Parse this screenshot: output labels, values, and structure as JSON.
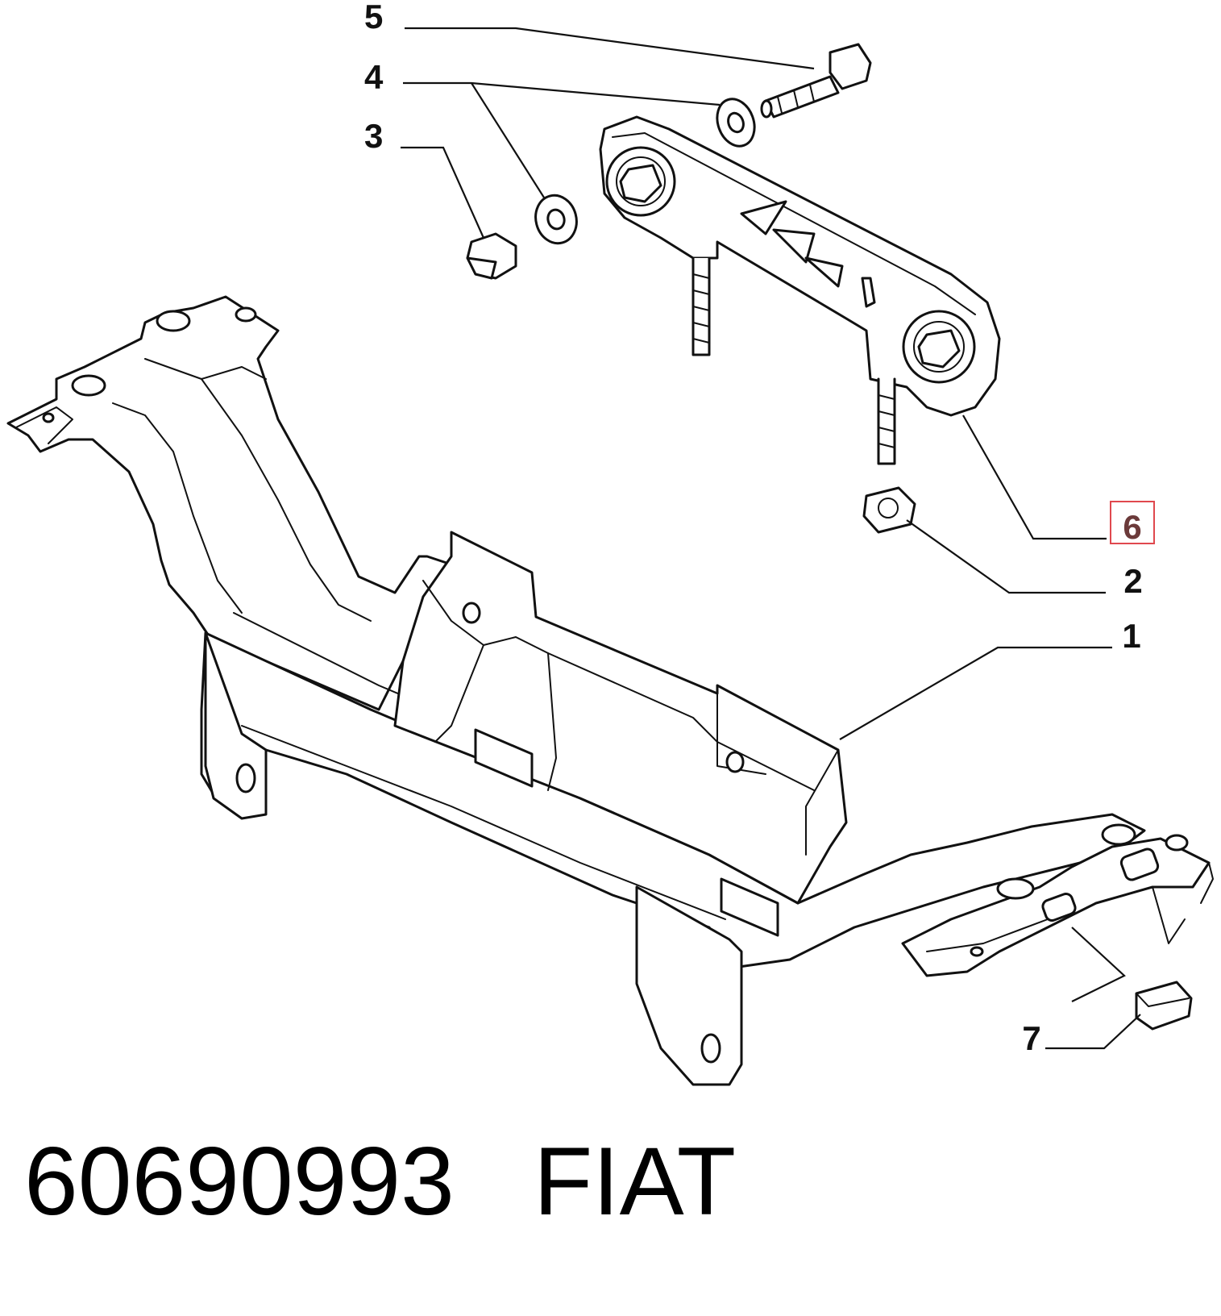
{
  "callouts": {
    "c1": "1",
    "c2": "2",
    "c3": "3",
    "c4": "4",
    "c5": "5",
    "c6": "6",
    "c7": "7"
  },
  "highlighted_callout": "6",
  "highlight_color": "#e0484e",
  "footer": {
    "part_number": "60690993",
    "brand": "FIAT"
  }
}
